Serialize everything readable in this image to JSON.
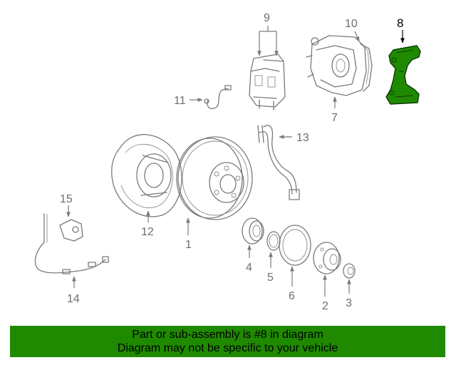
{
  "callouts": {
    "c1": "1",
    "c2": "2",
    "c3": "3",
    "c4": "4",
    "c5": "5",
    "c6": "6",
    "c7": "7",
    "c8": "8",
    "c9": "9",
    "c10": "10",
    "c11": "11",
    "c12": "12",
    "c13": "13",
    "c14": "14",
    "c15": "15"
  },
  "highlighted_part": "8",
  "banner": {
    "line1": "Part or sub-assembly is #8 in diagram",
    "line2": "Diagram may not be specific to your vehicle"
  },
  "colors": {
    "banner_bg": "#1f8a00",
    "highlight_fill": "#1f8a00",
    "line": "#7a7a7a"
  }
}
